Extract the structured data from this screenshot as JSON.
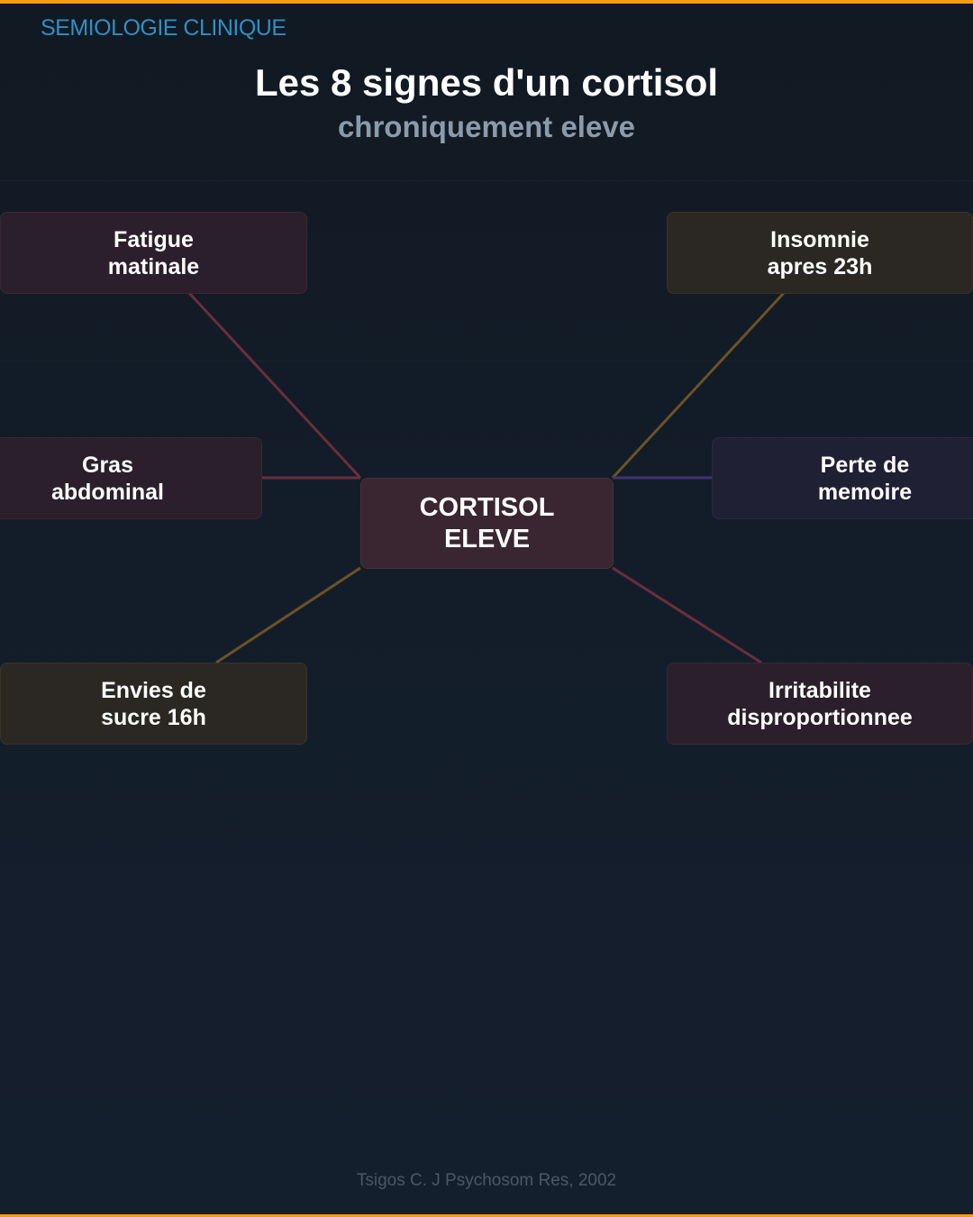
{
  "header": {
    "label": "SEMIOLOGIE CLINIQUE",
    "title": "Les 8 signes d'un cortisol",
    "subtitle": "chroniquement eleve"
  },
  "diagram": {
    "center": "CORTISOL\nELEVE",
    "nodes": {
      "fatigue": "Fatigue\nmatinale",
      "insomnie": "Insomnie\napres 23h",
      "gras": "Gras\nabdominal",
      "memoire": "Perte de\nmemoire",
      "sucre": "Envies de\nsucre 16h",
      "irritabilite": "Irritabilite\ndisproportionnee"
    },
    "colors": {
      "red_link": "#6b2e3c",
      "amber_link": "#6b5226",
      "purple_link": "#3e3470",
      "accent": "#f39c12",
      "header_blue": "#2e8fc4"
    }
  },
  "footer": {
    "citation": "Tsigos C. J Psychosom Res, 2002"
  }
}
